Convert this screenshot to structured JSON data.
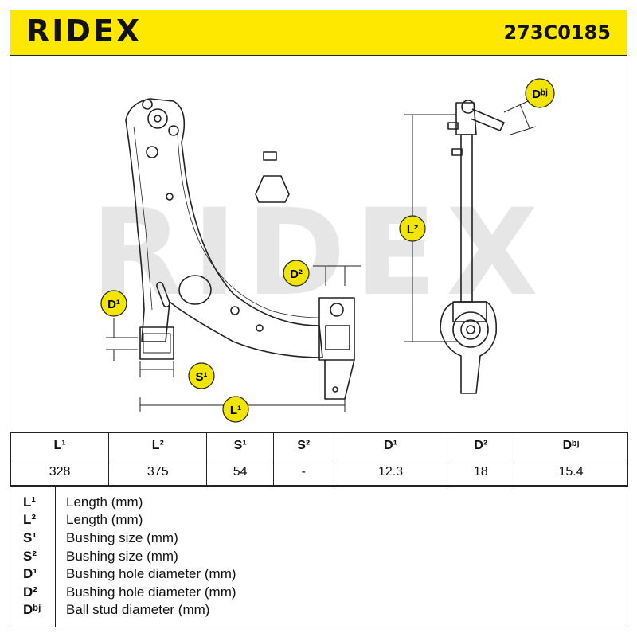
{
  "header": {
    "brand": "RIDEX",
    "part_number": "273C0185"
  },
  "watermark": "RIDEX",
  "drawing_labels": {
    "D1": "D¹",
    "D2": "D²",
    "Dbj": "Dᵇʲ",
    "S1": "S¹",
    "L1": "L¹",
    "L2": "L²"
  },
  "table": {
    "headers": [
      "L¹",
      "L²",
      "S¹",
      "S²",
      "D¹",
      "D²",
      "Dᵇʲ"
    ],
    "values": [
      "328",
      "375",
      "54",
      "-",
      "12.3",
      "18",
      "15.4"
    ]
  },
  "legend": [
    {
      "symbol": "L¹",
      "text": "Length (mm)"
    },
    {
      "symbol": "L²",
      "text": "Length (mm)"
    },
    {
      "symbol": "S¹",
      "text": "Bushing size (mm)"
    },
    {
      "symbol": "S²",
      "text": "Bushing size (mm)"
    },
    {
      "symbol": "D¹",
      "text": "Bushing hole diameter (mm)"
    },
    {
      "symbol": "D²",
      "text": "Bushing hole diameter (mm)"
    },
    {
      "symbol": "Dᵇʲ",
      "text": "Ball stud diameter (mm)"
    }
  ],
  "colors": {
    "accent": "#ffe800",
    "bubble": "#f2e600",
    "line": "#222222",
    "watermark": "#e6e6e6"
  }
}
